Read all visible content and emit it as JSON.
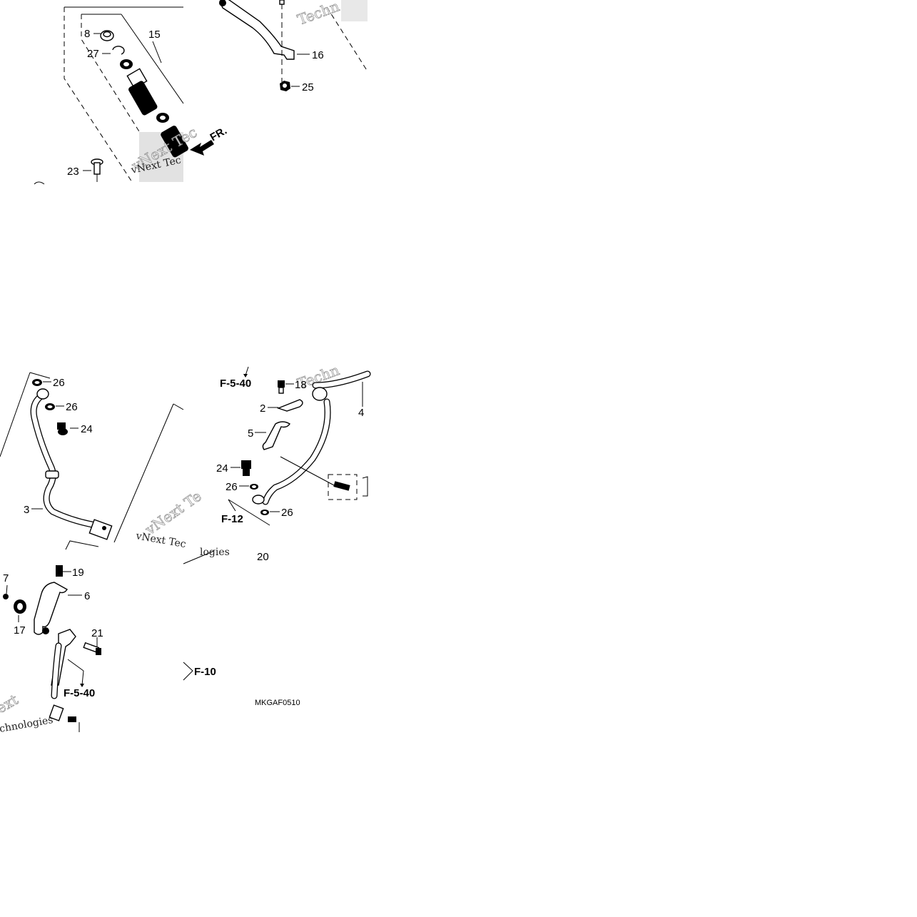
{
  "callouts": {
    "c8": "8",
    "c15": "15",
    "c27": "27",
    "c16": "16",
    "c25": "25",
    "c23": "23",
    "c26a": "26",
    "c26b": "26",
    "c24a": "24",
    "c3": "3",
    "c18": "18",
    "c4": "4",
    "c2": "2",
    "c5": "5",
    "c24b": "24",
    "c26c": "26",
    "c26d": "26",
    "c20": "20",
    "c7": "7",
    "c19": "19",
    "c6": "6",
    "c17": "17",
    "c21": "21"
  },
  "refs": {
    "arrow_fr": "FR.",
    "f540_top": "F-5-40",
    "f12": "F-12",
    "f10": "F-10",
    "f540_bottom": "F-5-40"
  },
  "diagram_code": "MKGAF0510",
  "watermark": {
    "a": "Techn",
    "b": "vNext Tec",
    "c": "Techn",
    "d": "vNext Tec",
    "e": "vNext Te",
    "f": "ext",
    "g": "chnologies",
    "h": "logies"
  }
}
